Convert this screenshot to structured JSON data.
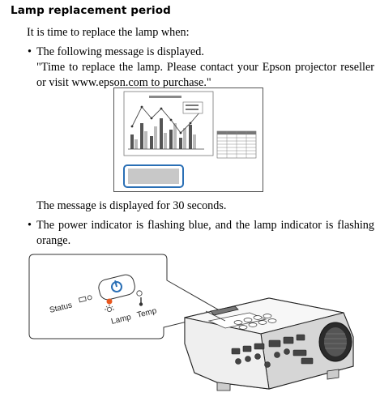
{
  "heading": "Lamp replacement period",
  "intro": "It is time to replace the lamp when:",
  "bullets": [
    {
      "symbol": "•",
      "text": "The following message is displayed.",
      "quote": "\"Time to replace the lamp. Please contact your Epson projector reseller or visit www.epson.com to purchase.\""
    },
    {
      "symbol": "•",
      "text": "The power indicator is flashing blue, and the lamp indicator is flashing orange."
    }
  ],
  "duration_note": "The message is displayed for 30 seconds.",
  "indicator_labels": {
    "status": "Status",
    "lamp": "Lamp",
    "temp": "Temp"
  },
  "colors": {
    "power_indicator": "#2a6fb5",
    "lamp_indicator": "#e8571e",
    "message_box_border": "#2a6fb5"
  }
}
